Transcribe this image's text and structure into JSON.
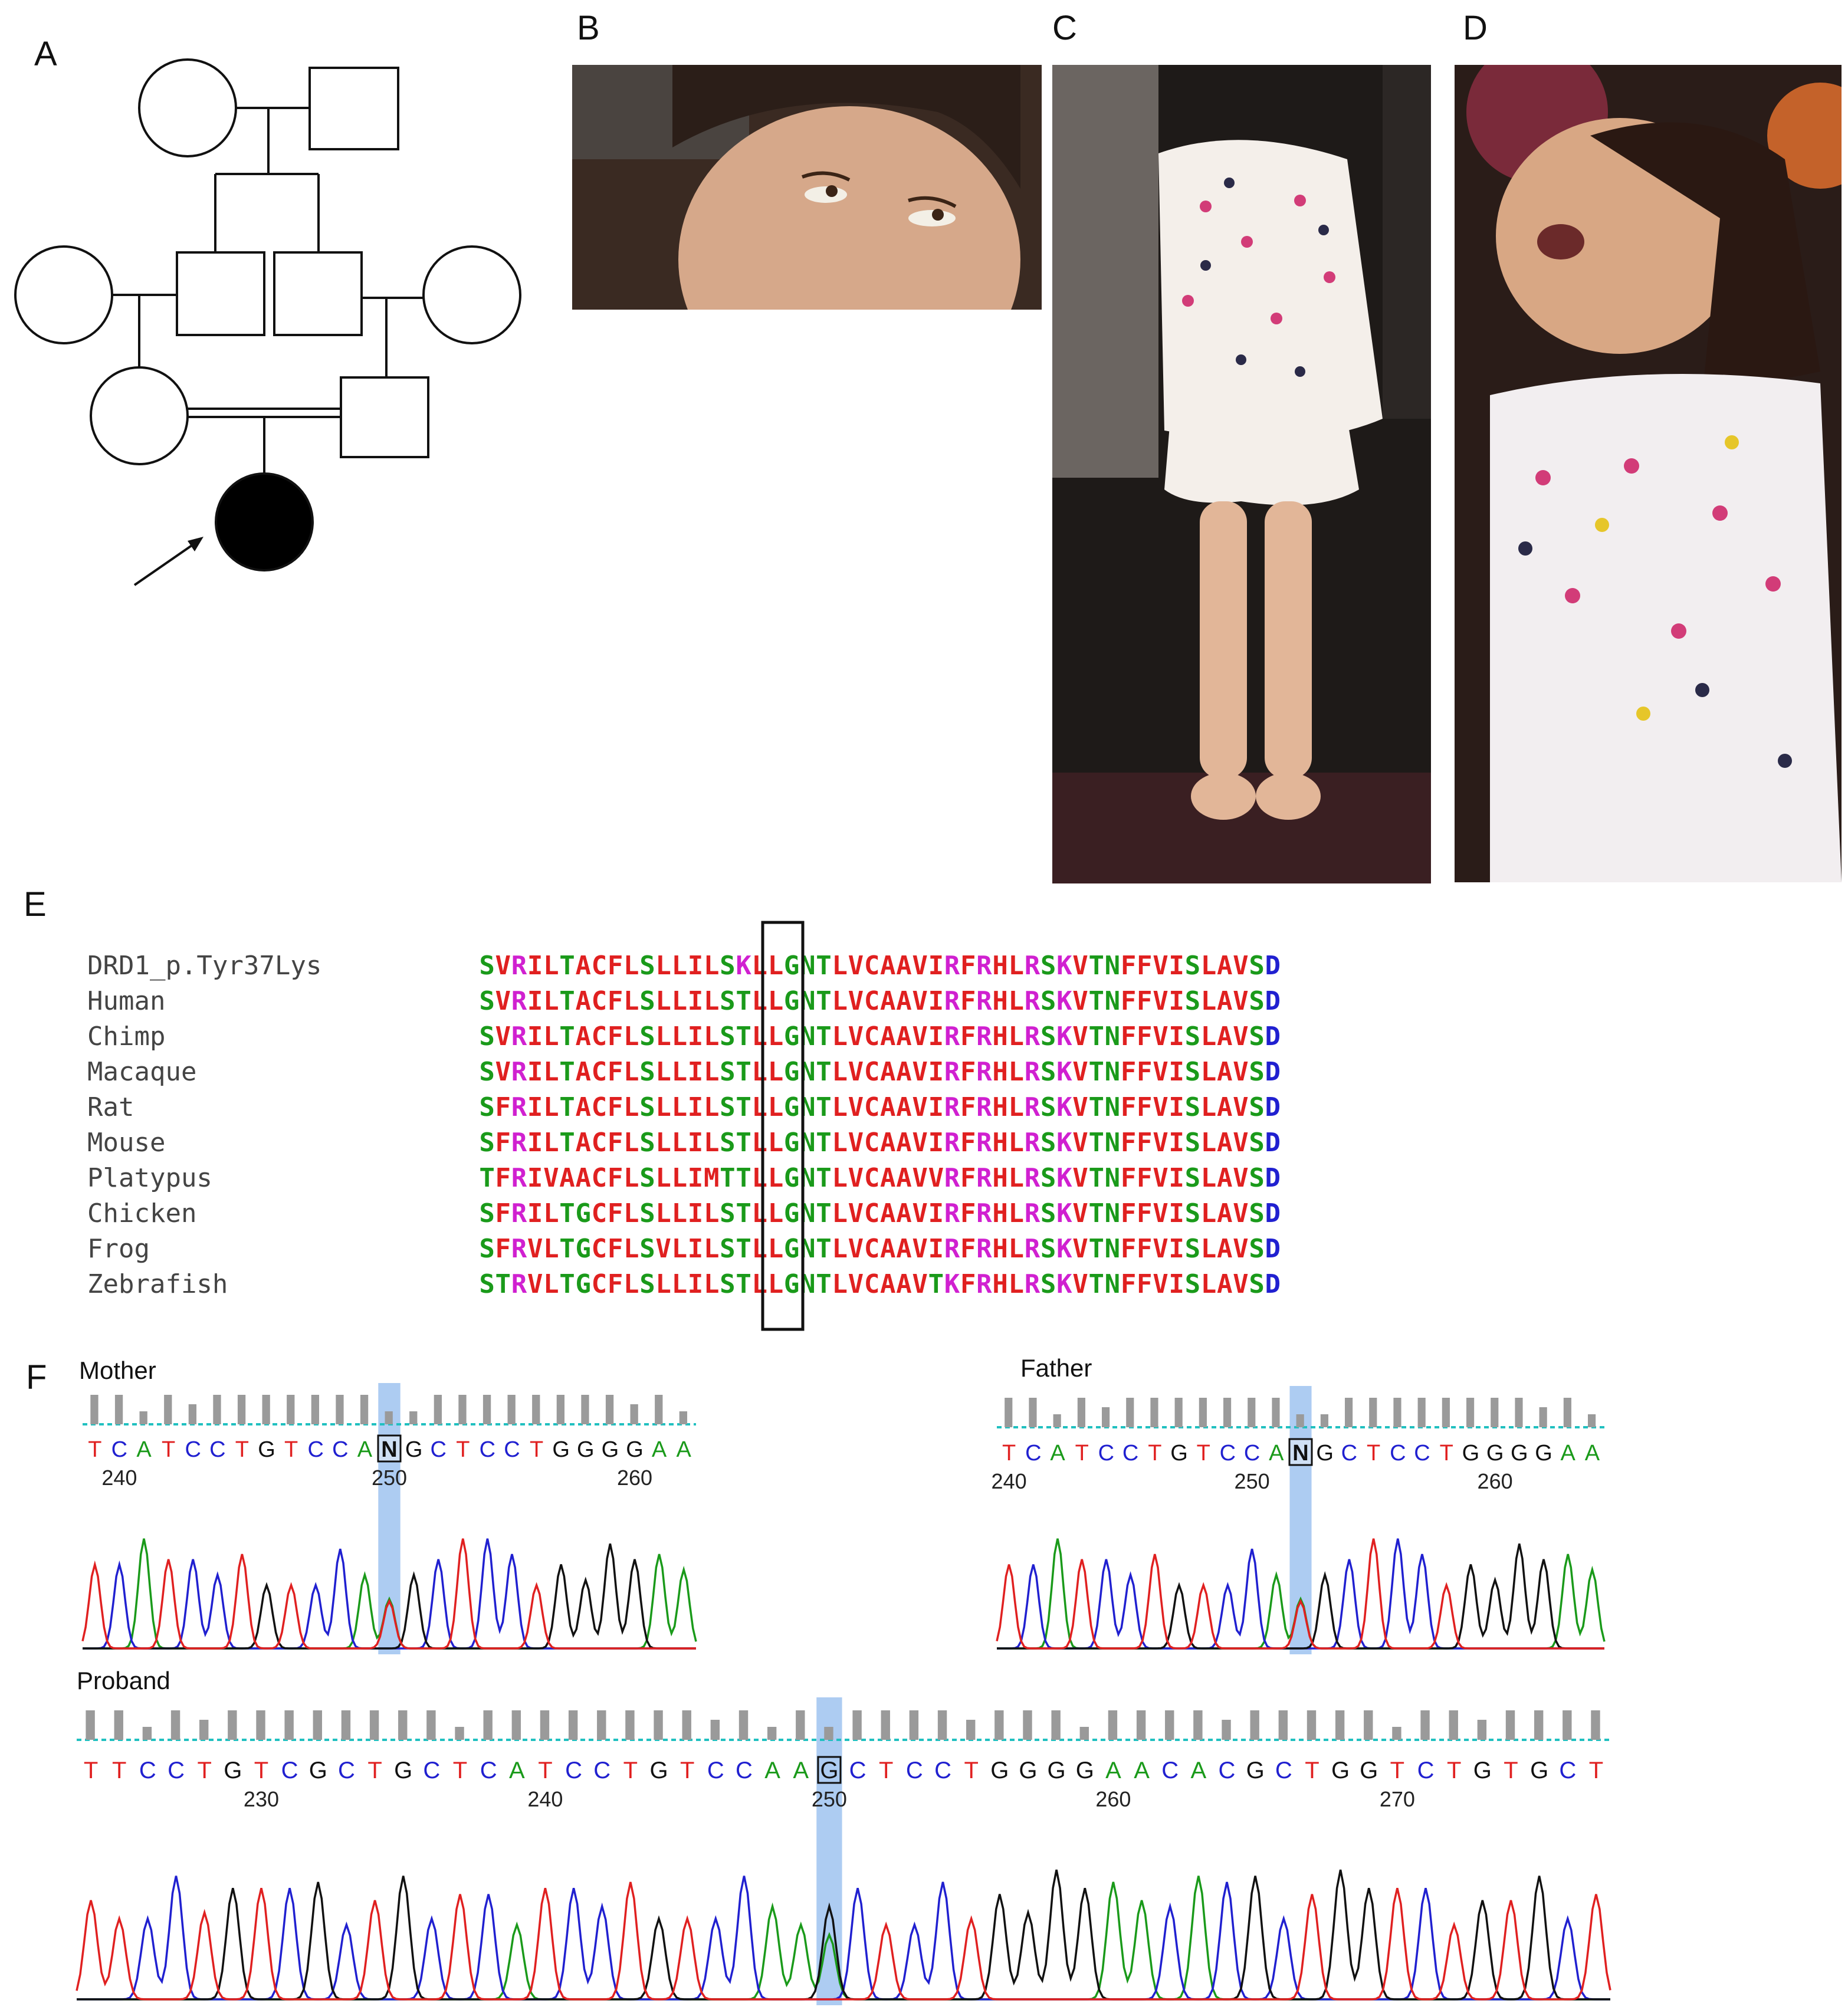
{
  "panels": {
    "a": "A",
    "b": "B",
    "c": "C",
    "d": "D",
    "e": "E",
    "f": "F"
  },
  "alignment": {
    "rows": [
      {
        "name": "DRD1_p.Tyr37Lys",
        "seq": "SVRILTACFLSLLILSKLLGNTLVCAAVIRFRHLRSKVTNFFVISLAVSD"
      },
      {
        "name": "Human",
        "seq": "SVRILTACFLSLLILSTLLGNTLVCAAVIRFRHLRSKVTNFFVISLAVSD"
      },
      {
        "name": "Chimp",
        "seq": "SVRILTACFLSLLILSTLLGNTLVCAAVIRFRHLRSKVTNFFVISLAVSD"
      },
      {
        "name": "Macaque",
        "seq": "SVRILTACFLSLLILSTLLGNTLVCAAVIRFRHLRSKVTNFFVISLAVSD"
      },
      {
        "name": "Rat",
        "seq": "SFRILTACFLSLLILSTLLGNTLVCAAVIRFRHLRSKVTNFFVISLAVSD"
      },
      {
        "name": "Mouse",
        "seq": "SFRILTACFLSLLILSTLLGNTLVCAAVIRFRHLRSKVTNFFVISLAVSD"
      },
      {
        "name": "Platypus",
        "seq": "TFRIVAACFLSLLIMTTLLGNTLVCAAVVRFRHLRSKVTNFFVISLAVSD"
      },
      {
        "name": "Chicken",
        "seq": "SFRILTGCFLSLLILSTLLGNTLVCAAVIRFRHLRSKVTNFFVISLAVSD"
      },
      {
        "name": "Frog",
        "seq": "SFRVLTGCFLSVLILSTLLGNTLVCAAVIRFRHLRSKVTNFFVISLAVSD"
      },
      {
        "name": "Zebrafish",
        "seq": "STRVLTGCFLSLLILSTLLGNTLVCAAVTKFRHLRSKVTNFFVISLAVSD"
      }
    ]
  },
  "traces": {
    "mother": {
      "label": "Mother",
      "bases": "TCATCCTGTCCANGCTCCTGGGGAA",
      "ticks": [
        "240",
        "250",
        "260"
      ],
      "highlight_index": 12
    },
    "father": {
      "label": "Father",
      "bases": "TCATCCTGTCCANGCTCCTGGGGAA",
      "ticks": [
        "240",
        "250",
        "260"
      ],
      "highlight_index": 12
    },
    "proband": {
      "label": "Proband",
      "bases": "TTCCTGTCGCTGCTCATCCTGTCCAAGCTCCTGGGGAACACGCTGGTCTGTGCT",
      "ticks": [
        "230",
        "240",
        "250",
        "260",
        "270"
      ],
      "highlight_index": 26
    }
  },
  "colors": {
    "A": "#1a9a1a",
    "C": "#2020d0",
    "G": "#111111",
    "T": "#e02020",
    "N": "#111111",
    "highlight": "#9fc3f0",
    "baseline": "#20c0c0"
  }
}
